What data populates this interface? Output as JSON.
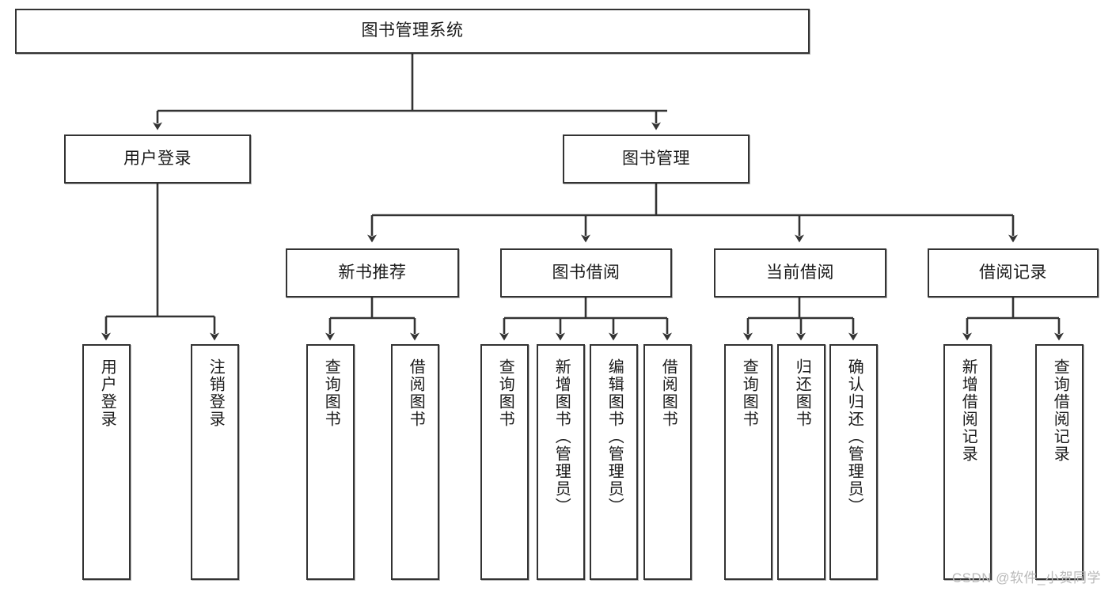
{
  "diagram": {
    "title": "图书管理系统",
    "type": "tree-hierarchy",
    "watermark": "CSDN @软件_小贺同学",
    "colors": {
      "box_border": "#333333",
      "box_fill": "#ffffff",
      "connector": "#333333",
      "text": "#1a1a1a",
      "watermark": "#b9b9b9",
      "background": "#ffffff"
    },
    "nodes": {
      "root": {
        "label": "图书管理系统"
      },
      "level2": [
        {
          "id": "user-login",
          "label": "用户登录"
        },
        {
          "id": "book-management",
          "label": "图书管理"
        }
      ],
      "level3": [
        {
          "id": "new-book-recommend",
          "label": "新书推荐"
        },
        {
          "id": "book-borrow",
          "label": "图书借阅"
        },
        {
          "id": "current-borrow",
          "label": "当前借阅"
        },
        {
          "id": "borrow-record",
          "label": "借阅记录"
        }
      ],
      "leaves": {
        "user_login": [
          {
            "id": "leaf-user-login",
            "label": "用户登录"
          },
          {
            "id": "leaf-logout-login",
            "label": "注销登录"
          }
        ],
        "new_book_recommend": [
          {
            "id": "leaf-query-book-1",
            "label": "查询图书"
          },
          {
            "id": "leaf-borrow-book-1",
            "label": "借阅图书"
          }
        ],
        "book_borrow": [
          {
            "id": "leaf-query-book-2",
            "label": "查询图书"
          },
          {
            "id": "leaf-add-book",
            "label": "新增图书（管理员）"
          },
          {
            "id": "leaf-edit-book",
            "label": "编辑图书（管理员）"
          },
          {
            "id": "leaf-borrow-book-2",
            "label": "借阅图书"
          }
        ],
        "current_borrow": [
          {
            "id": "leaf-query-book-3",
            "label": "查询图书"
          },
          {
            "id": "leaf-return-book",
            "label": "归还图书"
          },
          {
            "id": "leaf-confirm-return",
            "label": "确认归还（管理员）"
          }
        ],
        "borrow_record": [
          {
            "id": "leaf-add-record",
            "label": "新增借阅记录"
          },
          {
            "id": "leaf-query-record",
            "label": "查询借阅记录"
          }
        ]
      }
    }
  }
}
